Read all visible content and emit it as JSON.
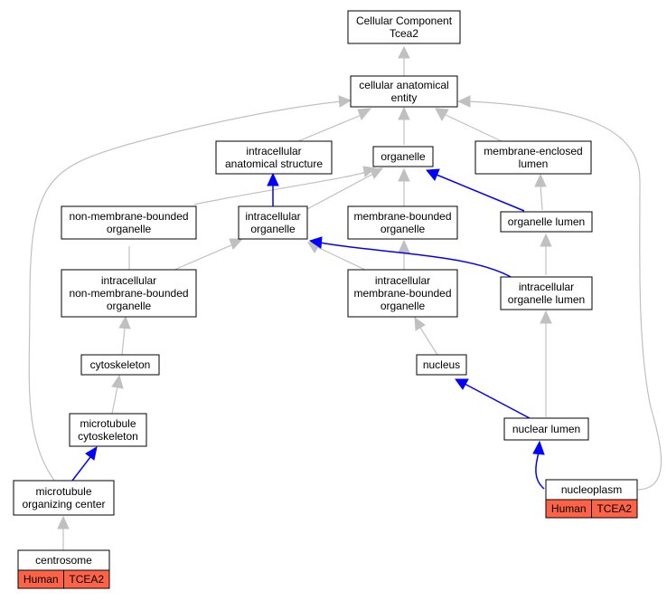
{
  "nodes": {
    "cc_root": [
      "Cellular Component",
      "Tcea2"
    ],
    "cae": [
      "cellular anatomical",
      "entity"
    ],
    "ias": [
      "intracellular",
      "anatomical structure"
    ],
    "organelle": [
      "organelle"
    ],
    "mel": [
      "membrane-enclosed",
      "lumen"
    ],
    "nmbo": [
      "non-membrane-bounded",
      "organelle"
    ],
    "io": [
      "intracellular",
      "organelle"
    ],
    "mbo": [
      "membrane-bounded",
      "organelle"
    ],
    "ol": [
      "organelle lumen"
    ],
    "inmbo": [
      "intracellular",
      "non-membrane-bounded",
      "organelle"
    ],
    "imbo": [
      "intracellular",
      "membrane-bounded",
      "organelle"
    ],
    "iol": [
      "intracellular",
      "organelle lumen"
    ],
    "cyto": [
      "cytoskeleton"
    ],
    "nucleus": [
      "nucleus"
    ],
    "mtc": [
      "microtubule",
      "cytoskeleton"
    ],
    "nl": [
      "nuclear lumen"
    ],
    "moc": [
      "microtubule",
      "organizing center"
    ],
    "np": [
      "nucleoplasm"
    ],
    "cs": [
      "centrosome"
    ]
  },
  "annotations": {
    "cs": {
      "species": "Human",
      "gene": "TCEA2"
    },
    "np": {
      "species": "Human",
      "gene": "TCEA2"
    }
  },
  "colors": {
    "is_a_edge": "#c0c0c0",
    "part_of_edge": "#0000ff",
    "annotation_fill": "#ff6347"
  }
}
